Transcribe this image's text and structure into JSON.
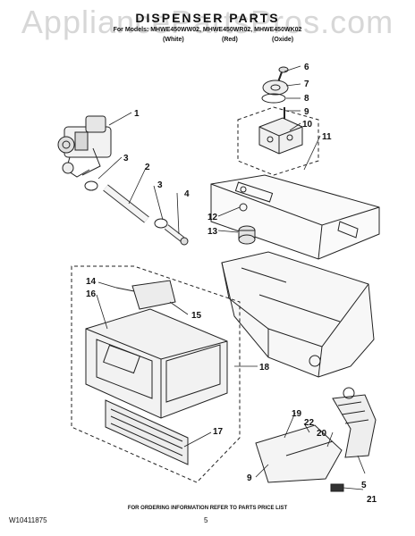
{
  "watermark": "AppliancePartsPros.com",
  "header": {
    "title": "DISPENSER PARTS",
    "models": "For Models: MHWE450WW02, MHWE450WR02, MHWE450WK02",
    "colors": [
      "(White)",
      "(Red)",
      "(Oxide)"
    ]
  },
  "callouts": [
    "1",
    "2",
    "3",
    "3",
    "4",
    "5",
    "6",
    "7",
    "8",
    "9",
    "10",
    "11",
    "12",
    "13",
    "14",
    "15",
    "16",
    "17",
    "18",
    "19",
    "20",
    "21",
    "22",
    "9"
  ],
  "footer": {
    "ordering_note": "FOR ORDERING INFORMATION REFER TO PARTS PRICE LIST",
    "doc_number": "W10411875",
    "page_number": "5"
  }
}
